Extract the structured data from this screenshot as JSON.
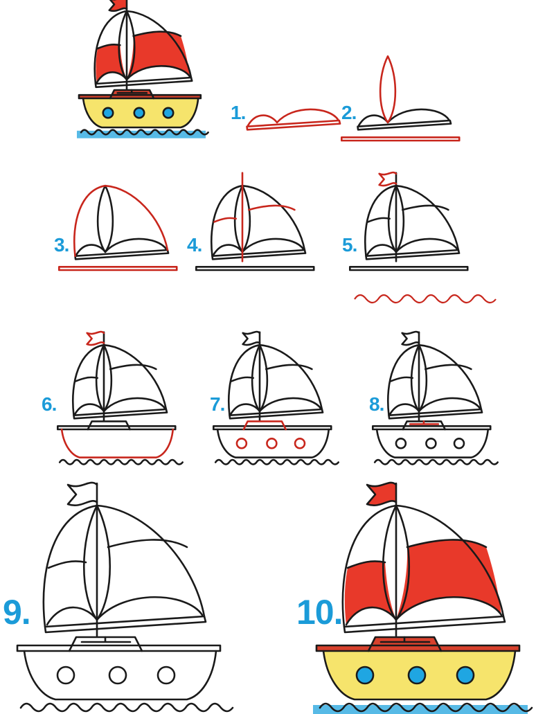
{
  "title": "How to draw a sailboat step by step",
  "steps": [
    {
      "label": "1."
    },
    {
      "label": "2."
    },
    {
      "label": "3."
    },
    {
      "label": "4."
    },
    {
      "label": "5."
    },
    {
      "label": "6."
    },
    {
      "label": "7."
    },
    {
      "label": "8."
    },
    {
      "label": "9."
    },
    {
      "label": "10."
    }
  ],
  "colors": {
    "label": "#1b9bd8",
    "outline": "#1a1a1a",
    "guide": "#c8261c",
    "sail_red": "#e8392a",
    "hull_yellow": "#f6e46c",
    "porthole_blue": "#1fa6e2",
    "deck_red": "#d8412d",
    "water_blue": "#39aee2"
  }
}
